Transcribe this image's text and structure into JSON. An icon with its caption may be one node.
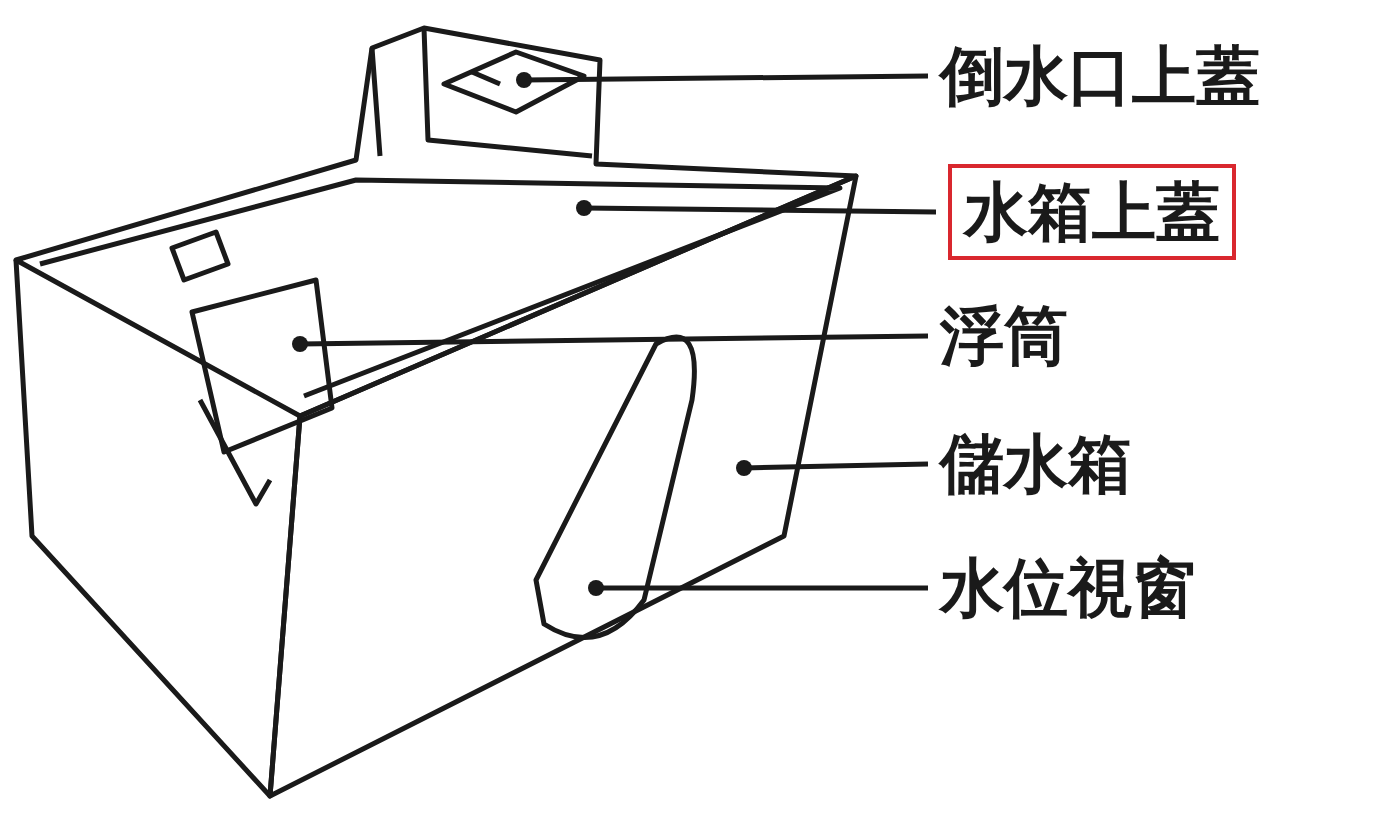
{
  "diagram": {
    "nodes": [
      {
        "text": [
          "倒水口上蓋"
        ]
      },
      {
        "text": [
          "水箱上蓋"
        ]
      },
      {
        "text": [
          "浮筒"
        ]
      },
      {
        "text": [
          "儲水箱"
        ]
      },
      {
        "text": [
          "水位視窗"
        ]
      }
    ],
    "edges": [
      {
        "from": 0,
        "to": null,
        "arrow": "other"
      },
      {
        "from": 1,
        "to": null,
        "arrow": "other"
      },
      {
        "from": 2,
        "to": null,
        "arrow": "other"
      },
      {
        "from": 3,
        "to": null,
        "arrow": "other"
      },
      {
        "from": 4,
        "to": null,
        "arrow": "other"
      }
    ]
  }
}
